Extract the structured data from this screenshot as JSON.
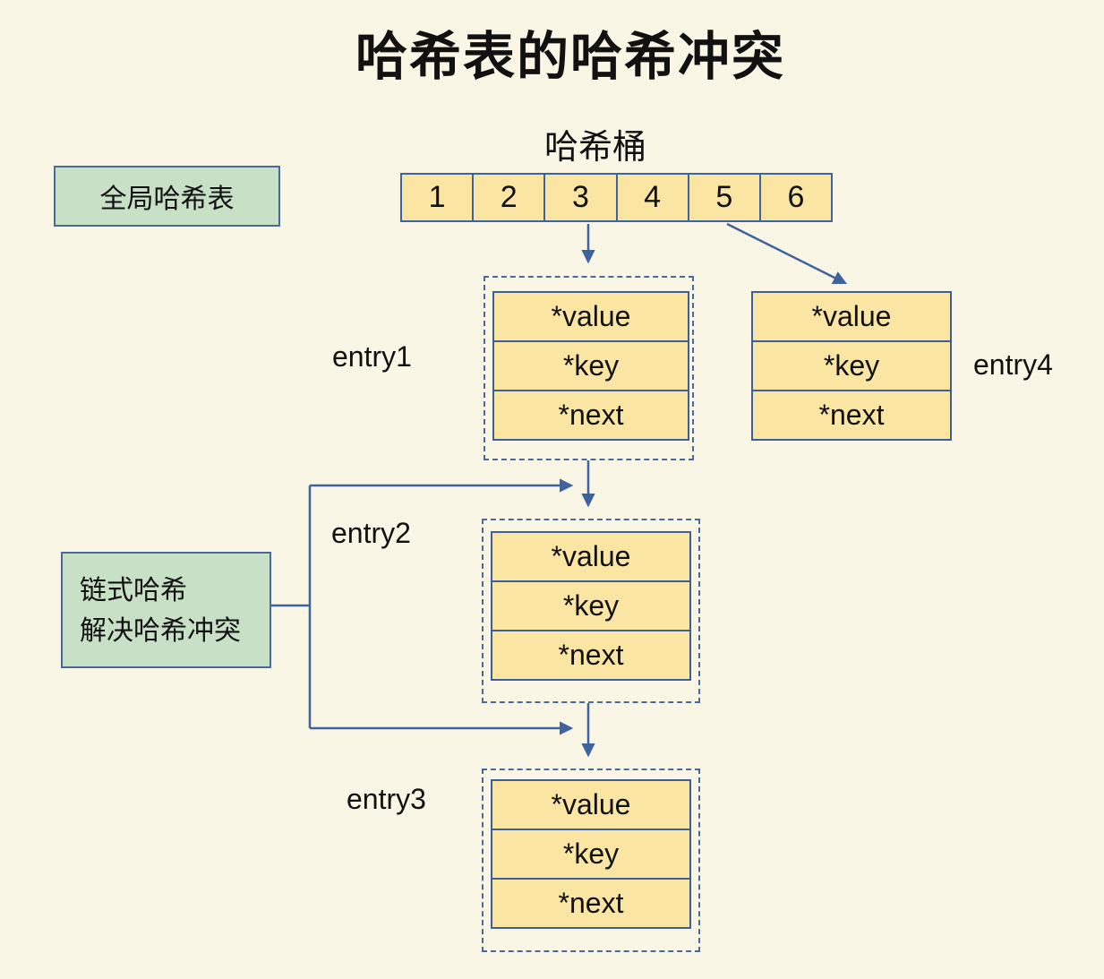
{
  "title": "哈希表的哈希冲突",
  "bucket": {
    "label": "哈希桶",
    "cells": [
      "1",
      "2",
      "3",
      "4",
      "5",
      "6"
    ]
  },
  "boxes": {
    "global_hash_label": "全局哈希表",
    "chain_hash_line1": "链式哈希",
    "chain_hash_line2": "解决哈希冲突"
  },
  "entries": [
    {
      "label": "entry1",
      "fields": [
        "*value",
        "*key",
        "*next"
      ]
    },
    {
      "label": "entry2",
      "fields": [
        "*value",
        "*key",
        "*next"
      ]
    },
    {
      "label": "entry3",
      "fields": [
        "*value",
        "*key",
        "*next"
      ]
    },
    {
      "label": "entry4",
      "fields": [
        "*value",
        "*key",
        "*next"
      ]
    }
  ],
  "colors": {
    "background": "#f9f6e5",
    "cell_fill": "#fae5a3",
    "cell_border": "#3d5f94",
    "dashed_border": "#4a6899",
    "green_fill": "#c8e0c6",
    "arrow_blue": "#3e639e",
    "text": "#111111"
  }
}
